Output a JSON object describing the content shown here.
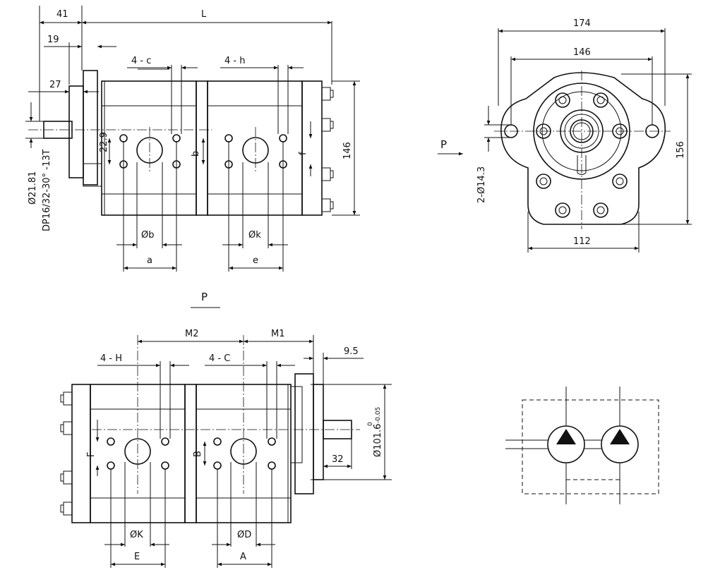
{
  "side_view": {
    "dims": {
      "d41": "41",
      "L": "L",
      "d19": "19",
      "d27": "27",
      "c4": "4 - c",
      "h4": "4 - h",
      "d22_9": "22.9",
      "b": "b",
      "f": "f",
      "d146": "146",
      "phi_b": "Øb",
      "phi_k": "Øk",
      "a": "a",
      "e": "e",
      "d21_81": "Ø21.81",
      "spline": "DP16/32-30° -13T"
    }
  },
  "end_view": {
    "dims": {
      "d174": "174",
      "d146": "146",
      "d156": "156",
      "d112": "112",
      "holes": "2-Ø14.3",
      "P": "P"
    }
  },
  "section_label": "P",
  "bottom_view": {
    "dims": {
      "M2": "M2",
      "M1": "M1",
      "d9_5": "9.5",
      "H4": "4 - H",
      "C4": "4 - C",
      "F": "F",
      "B": "B",
      "d101_6": "Ø101.6",
      "tol_upper": "0",
      "tol_lower": "-0.05",
      "d32": "32",
      "phi_K": "ØK",
      "phi_D": "ØD",
      "E": "E",
      "A": "A"
    }
  },
  "symbol": {
    "type": "double-pump-hydraulic-symbol"
  }
}
